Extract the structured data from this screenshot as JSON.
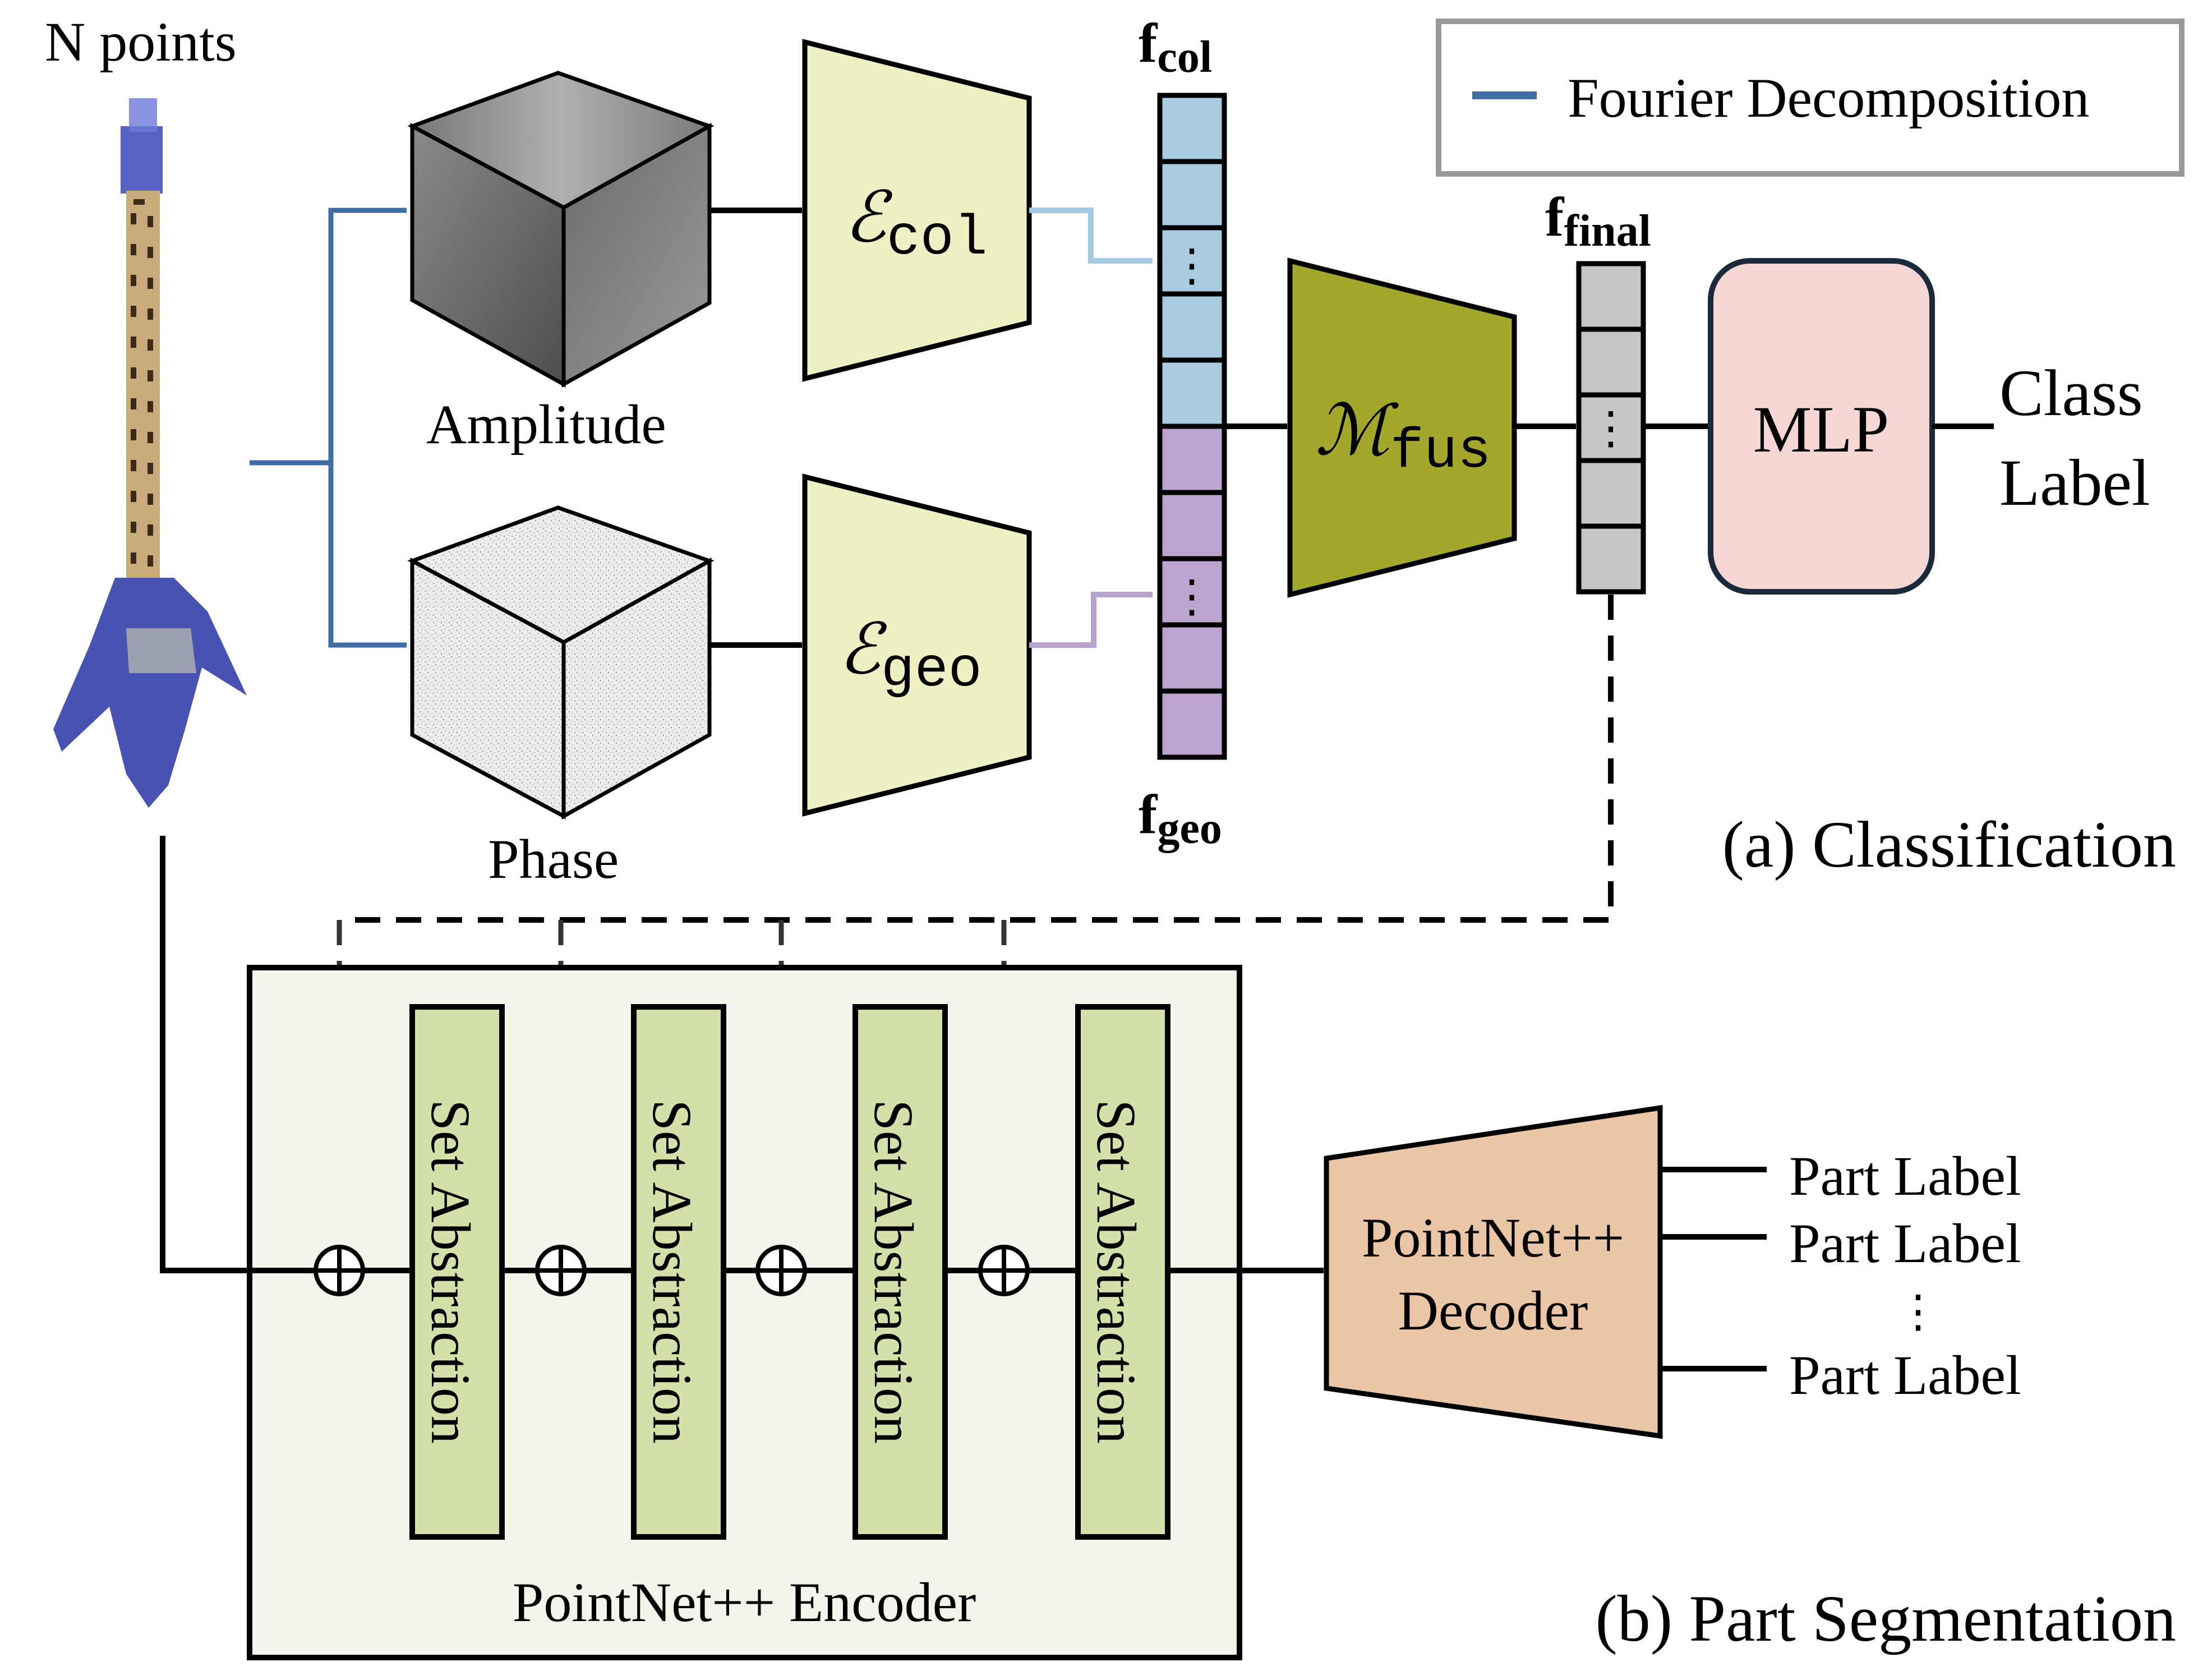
{
  "legend": {
    "label": "Fourier Decomposition",
    "arrow_color": "#3f6ea6"
  },
  "input": {
    "label": "N points"
  },
  "amplitude": {
    "label": "Amplitude"
  },
  "phase": {
    "label": "Phase"
  },
  "enc_col": {
    "symbol": "ℰ",
    "sub": "col"
  },
  "enc_geo": {
    "symbol": "ℰ",
    "sub": "geo"
  },
  "f_col": {
    "symbol": "f",
    "sub": "col"
  },
  "f_geo": {
    "symbol": "f",
    "sub": "geo"
  },
  "fusion": {
    "symbol": "ℳ",
    "sub": "fus"
  },
  "f_final": {
    "symbol": "f",
    "sub": "final"
  },
  "mlp": {
    "label": "MLP"
  },
  "class_label": {
    "line1": "Class",
    "line2": "Label"
  },
  "dots": "⋮",
  "classification_caption": "(a) Classification",
  "segmentation_caption": "(b) Part Segmentation",
  "encoder": {
    "label": "PointNet++ Encoder",
    "blocks": [
      "Set Abstraction",
      "Set Abstraction",
      "Set Abstraction",
      "Set Abstraction"
    ]
  },
  "decoder": {
    "line1": "PointNet++",
    "line2": "Decoder"
  },
  "part_labels": [
    "Part Label",
    "Part Label",
    "Part Label"
  ],
  "colors": {
    "encoder_fill": "#eef0c4",
    "col_feature": "#a9cbe0",
    "geo_feature": "#bba5cf",
    "fusion_fill": "#a3a82c",
    "final_feature": "#c6c6c6",
    "mlp_fill": "#f6d6d4",
    "sa_fill": "#d3e0a9",
    "encoder_panel": "#f3f5ea",
    "decoder_fill": "#ebc6a6",
    "col_arrow": "#a6c9e4",
    "geo_arrow": "#b8a3d0"
  }
}
